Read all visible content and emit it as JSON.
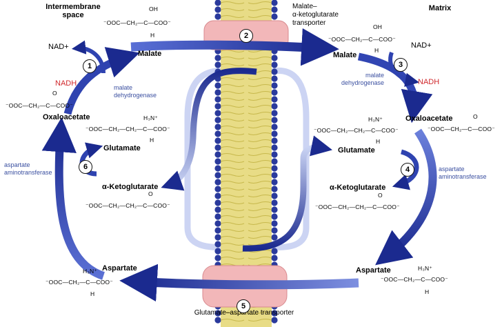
{
  "compartments": {
    "intermembrane": "Intermembrane\nspace",
    "matrix": "Matrix"
  },
  "transporters": {
    "malate_akg": "Malate–\nα-ketoglutarate\ntransporter",
    "glu_asp": "Glutamate–aspartate\ntransporter"
  },
  "cofactors": {
    "nad_left": "NAD+",
    "nadh_left": "NADH",
    "nad_right": "NAD+",
    "nadh_right": "NADH"
  },
  "metabolites": {
    "malate_left": "Malate",
    "malate_right": "Malate",
    "oxaloacetate_left": "Oxaloacetate",
    "oxaloacetate_right": "Oxaloacetate",
    "glutamate_left": "Glutamate",
    "glutamate_right": "Glutamate",
    "akg_left": "α-Ketoglutarate",
    "akg_right": "α-Ketoglutarate",
    "aspartate_left": "Aspartate",
    "aspartate_right": "Aspartate"
  },
  "enzymes": {
    "mdh_left": "malate\ndehydrogenase",
    "mdh_right": "malate\ndehydrogenase",
    "ast_left": "aspartate\naminotransferase",
    "ast_right": "aspartate\naminotransferase"
  },
  "steps": [
    "1",
    "2",
    "3",
    "4",
    "5",
    "6"
  ],
  "structures": {
    "malate_top_left": "⁻OOC—CH₂—C—COO⁻",
    "malate_top_left_oh": "OH",
    "malate_top_left_h": "H",
    "malate_top_right": "⁻OOC—CH₂—C—COO⁻",
    "malate_top_right_oh": "OH",
    "malate_top_right_h": "H",
    "oaa_left": "⁻OOC—CH₂—C—COO⁻",
    "oaa_left_o": "O",
    "oaa_right": "⁻OOC—CH₂—C—COO⁻",
    "oaa_right_o": "O",
    "glu_left": "⁻OOC—CH₂—CH₂—C—COO⁻",
    "glu_left_n": "H₃N⁺",
    "glu_left_h": "H",
    "glu_right": "⁻OOC—CH₂—CH₂—C—COO⁻",
    "glu_right_n": "H₃N⁺",
    "glu_right_h": "H",
    "akg_left": "⁻OOC—CH₂—CH₂—C—COO⁻",
    "akg_left_o": "O",
    "akg_right": "⁻OOC—CH₂—CH₂—C—COO⁻",
    "akg_right_o": "O",
    "asp_left": "⁻OOC—CH₂—C—COO⁻",
    "asp_left_n": "H₃N⁺",
    "asp_left_h": "H",
    "asp_right": "⁻OOC—CH₂—C—COO⁻",
    "asp_right_n": "H₃N⁺",
    "asp_right_h": "H"
  },
  "colors": {
    "arrow_dark": "#1b2a8f",
    "arrow_mid": "#3f56c4",
    "arrow_light": "#a9b8ea",
    "membrane_head": "#2a3a9c",
    "membrane_tail": "#e8dc86",
    "transporter": "#f2b7b9",
    "nadh": "#d0282c",
    "enzyme_text": "#3a4fa0"
  }
}
